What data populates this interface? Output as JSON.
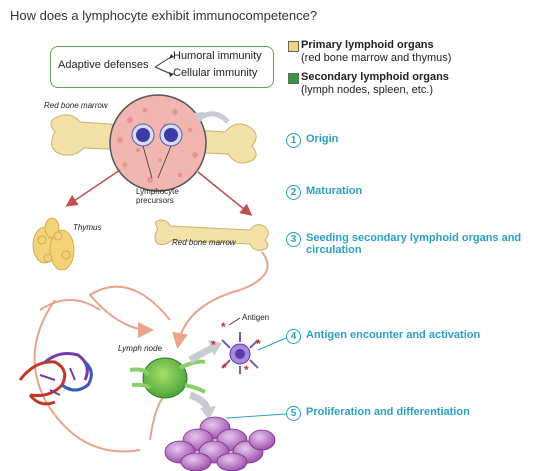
{
  "question": "How does a lymphocyte exhibit immunocompetence?",
  "legend": {
    "adaptive_defenses": "Adaptive defenses",
    "humoral": "Humoral immunity",
    "cellular": "Cellular immunity"
  },
  "key": {
    "primary_title": "Primary lymphoid organs",
    "primary_desc": "(red bone marrow and thymus)",
    "primary_color": "#f3d27a",
    "secondary_title": "Secondary lymphoid organs",
    "secondary_desc": "(lymph nodes, spleen, etc.)",
    "secondary_color": "#2f9a3e"
  },
  "labels": {
    "red_bone_marrow_top": "Red bone marrow",
    "lymphocyte_precursors_1": "Lymphocyte",
    "lymphocyte_precursors_2": "precursors",
    "thymus": "Thymus",
    "red_bone_marrow_right": "Red bone marrow",
    "antigen": "Antigen",
    "lymph_node": "Lymph node"
  },
  "steps": [
    {
      "num": "1",
      "text": "Origin"
    },
    {
      "num": "2",
      "text": "Maturation"
    },
    {
      "num": "3",
      "text": "Seeding secondary lymphoid organs and circulation"
    },
    {
      "num": "4",
      "text": "Antigen encounter and activation"
    },
    {
      "num": "5",
      "text": "Proliferation and differentiation"
    }
  ],
  "colors": {
    "step_blue": "#2aa0c8",
    "bone": "#f2e2a8",
    "marrow": "#f2b6b0",
    "arrow_red": "#c0504d",
    "lymph_green": "#6cc24a",
    "cell_purple": "#b06ab8"
  }
}
